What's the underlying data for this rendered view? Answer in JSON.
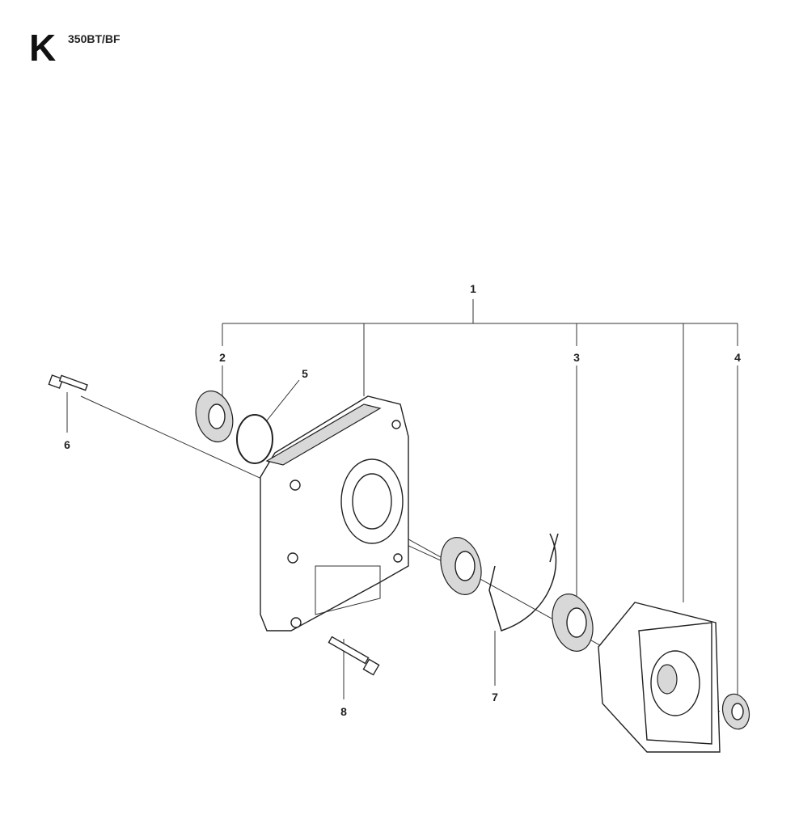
{
  "header": {
    "section": "K",
    "model": "350BT/BF"
  },
  "callouts": [
    "1",
    "2",
    "3",
    "4",
    "5",
    "6",
    "7",
    "8"
  ]
}
